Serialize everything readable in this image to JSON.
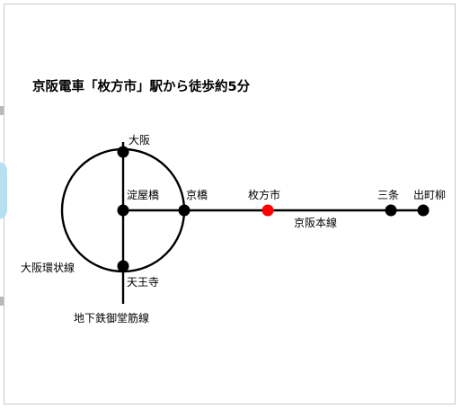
{
  "title": "京阪電車「枚方市」駅から徒歩約5分",
  "stations": {
    "osaka": "大阪",
    "yodoyabashi": "淀屋橋",
    "kyobashi": "京橋",
    "hirakatashi": "枚方市",
    "sanjo": "三条",
    "demachiyanagi": "出町柳",
    "tennoji": "天王寺"
  },
  "lines": {
    "keihan_main": "京阪本線",
    "osaka_loop": "大阪環状線",
    "midosuji": "地下鉄御堂筋線"
  },
  "colors": {
    "line": "#000000",
    "station": "#000000",
    "highlight": "#ff0000"
  }
}
